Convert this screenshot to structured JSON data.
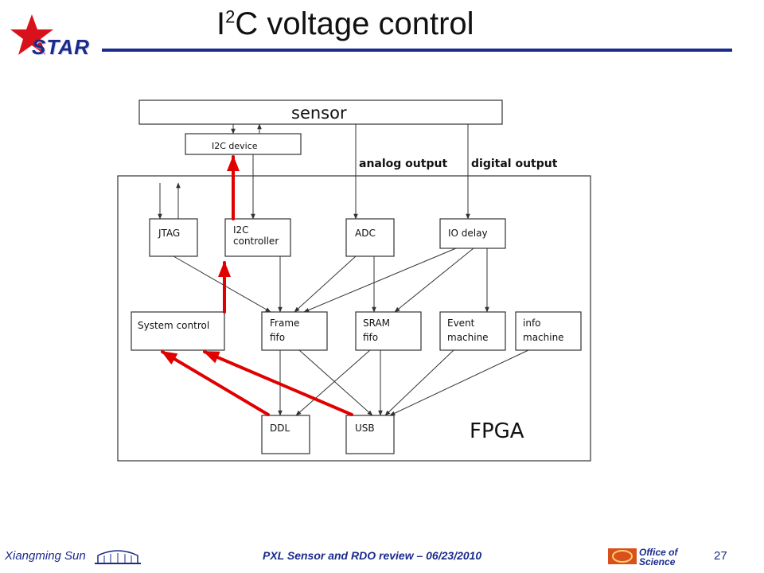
{
  "header": {
    "logo_text": "STAR",
    "title_prefix": "I",
    "title_sup": "2",
    "title_rest": "C voltage control"
  },
  "diagram": {
    "sensor": "sensor",
    "i2c_device": "I2C device",
    "analog_output": "analog output",
    "digital_output": "digital output",
    "jtag": "JTAG",
    "i2c_controller_line1": "I2C",
    "i2c_controller_line2": "controller",
    "adc": "ADC",
    "io_delay": "IO delay",
    "system_control": "System control",
    "frame_fifo_line1": "Frame",
    "frame_fifo_line2": "fifo",
    "sram_fifo_line1": "SRAM",
    "sram_fifo_line2": "fifo",
    "event_machine_line1": "Event",
    "event_machine_line2": "machine",
    "info_machine_line1": "info",
    "info_machine_line2": "machine",
    "ddl": "DDL",
    "usb": "USB",
    "fpga": "FPGA"
  },
  "footer": {
    "author": "Xiangming Sun",
    "event": "PXL Sensor and RDO review – 06/23/2010",
    "page": "27",
    "oos_line1": "Office of",
    "oos_line2": "Science"
  },
  "colors": {
    "accent": "#1a2b8c",
    "star_red": "#d8111b",
    "highlight_red": "#e00000"
  }
}
